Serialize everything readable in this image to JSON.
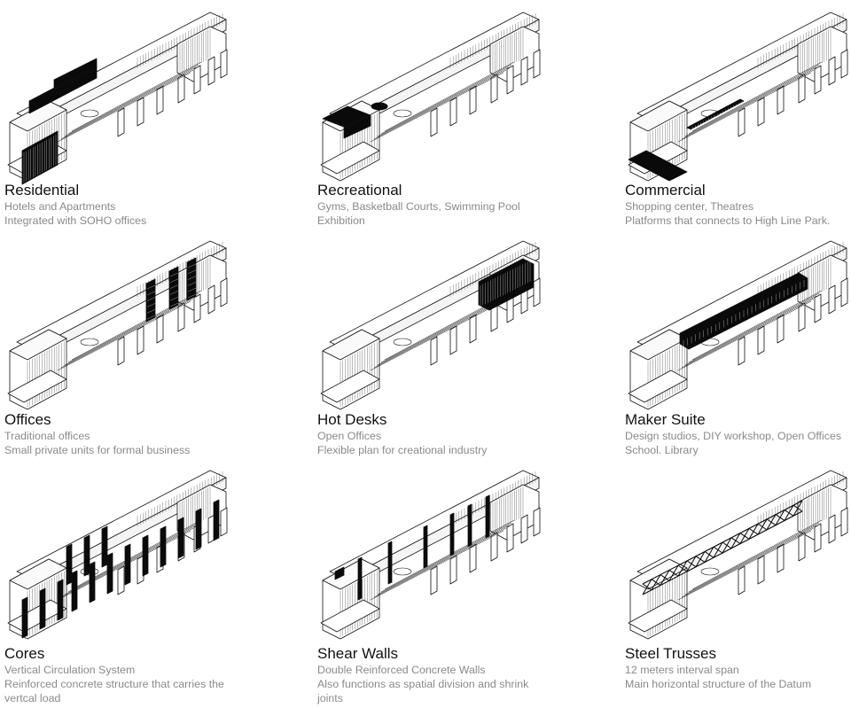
{
  "panels": [
    {
      "title": "Residential",
      "lines": [
        "Hotels and Apartments",
        "Integrated with SOHO offices"
      ],
      "highlight": "residential"
    },
    {
      "title": "Recreational",
      "lines": [
        "Gyms, Basketball Courts, Swimming Pool",
        "Exhibition"
      ],
      "highlight": "recreational"
    },
    {
      "title": "Commercial",
      "lines": [
        "Shopping center, Theatres",
        "Platforms that connects to High Line Park."
      ],
      "highlight": "commercial"
    },
    {
      "title": "Offices",
      "lines": [
        "Traditional offices",
        "Small private units for formal business"
      ],
      "highlight": "offices"
    },
    {
      "title": "Hot Desks",
      "lines": [
        "Open Offices",
        "Flexible plan for creational industry"
      ],
      "highlight": "hotdesks"
    },
    {
      "title": "Maker Suite",
      "lines": [
        "Design studios, DIY workshop, Open Offices",
        "School. Library"
      ],
      "highlight": "maker"
    },
    {
      "title": "Cores",
      "lines": [
        "Vertical Circulation System",
        "Reinforced concrete structure that carries the vertcal load"
      ],
      "highlight": "cores"
    },
    {
      "title": "Shear Walls",
      "lines": [
        "Double Reinforced Concrete Walls",
        "Also functions as spatial division and shrink joints"
      ],
      "highlight": "shear"
    },
    {
      "title": "Steel Trusses",
      "lines": [
        "12 meters interval span",
        "Main horizontal structure of the Datum"
      ],
      "highlight": "truss"
    }
  ],
  "colors": {
    "ink": "#111111",
    "highlight": "#0a0a0a",
    "hatch": "#555555",
    "caption_grey": "#8a8a8a"
  }
}
